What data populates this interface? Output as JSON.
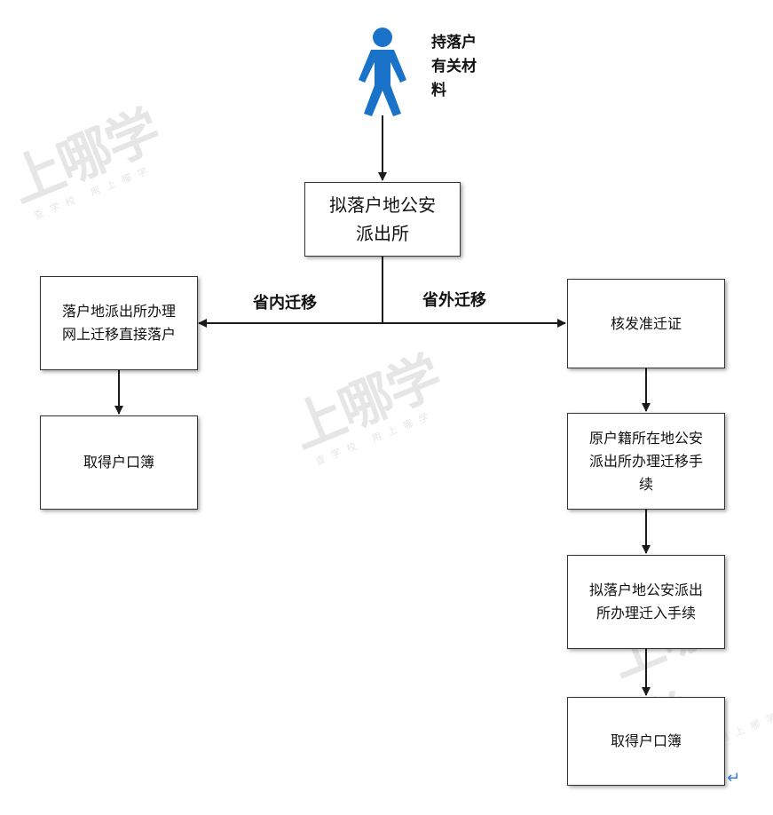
{
  "person_label": [
    "持落户",
    "有关材",
    "料"
  ],
  "nodes": {
    "police_station": [
      "拟落户地公安",
      "派出所"
    ],
    "in_province_office": [
      "落户地派出所办理",
      "网上迁移直接落户"
    ],
    "in_province_get_booklet": [
      "取得户口簿"
    ],
    "issue_permit": [
      "核发准迁证"
    ],
    "origin_office": [
      "原户籍所在地公安",
      "派出所办理迁移手",
      "续"
    ],
    "destination_office": [
      "拟落户地公安派出",
      "所办理迁入手续"
    ],
    "out_province_get_booklet": [
      "取得户口簿"
    ]
  },
  "edge_labels": {
    "in_province": "省内迁移",
    "out_province": "省外迁移"
  },
  "watermark": {
    "main": "上哪学",
    "sub": "查学校 用上哪学"
  },
  "colors": {
    "person": "#1a73c9",
    "line": "#1a1a1a",
    "watermark": "#e6e6e6"
  }
}
